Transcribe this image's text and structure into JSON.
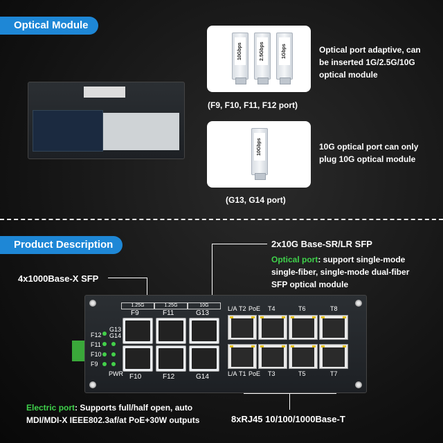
{
  "top": {
    "heading": "Optical Module",
    "card1_modules": [
      "10Gbps",
      "2.5Gbps",
      "1Gbps"
    ],
    "card1_caption": "(F9, F10, F11, F12 port)",
    "card1_desc_line1": "Optical port adaptive, can",
    "card1_desc_line2": "be inserted 1G/2.5G/10G",
    "card1_desc_line3": "optical module",
    "card2_module": "10Gbps",
    "card2_caption": "(G13, G14 port)",
    "card2_desc_line1": "10G optical port can only",
    "card2_desc_line2": "plug 10G optical module"
  },
  "bottom": {
    "heading": "Product Description",
    "sfp10g_title": "2x10G Base-SR/LR SFP",
    "optical_label": "Optical port",
    "optical_text1": ": support single-mode",
    "optical_text2": "single-fiber, single-mode dual-fiber",
    "optical_text3": "SFP optical module",
    "sfp1g_title": "4x1000Base-X SFP",
    "electric_label": "Electric port",
    "electric_text1": ": Supports full/half open, auto",
    "electric_text2": "MDI/MDI-X IEEE802.3af/at PoE+30W outputs",
    "rj45_title": "8xRJ45 10/100/1000Base-T"
  },
  "device": {
    "speeds": [
      "1.25G",
      "1.25G",
      "10G"
    ],
    "top_ports": [
      "F9",
      "F11",
      "G13"
    ],
    "bottom_ports": [
      "F10",
      "F12",
      "G14"
    ],
    "leds": [
      "F12",
      "F11",
      "F10",
      "F9"
    ],
    "led_g": [
      "G13",
      "G14"
    ],
    "pwr": "PWR",
    "rj_top": [
      "L/A",
      "T2",
      "PoE",
      "T4",
      "T6",
      "T8"
    ],
    "rj_bottom": [
      "L/A",
      "T1",
      "PoE",
      "T3",
      "T5",
      "T7"
    ]
  },
  "colors": {
    "accent": "#1e87d6",
    "green": "#3fd14b"
  }
}
